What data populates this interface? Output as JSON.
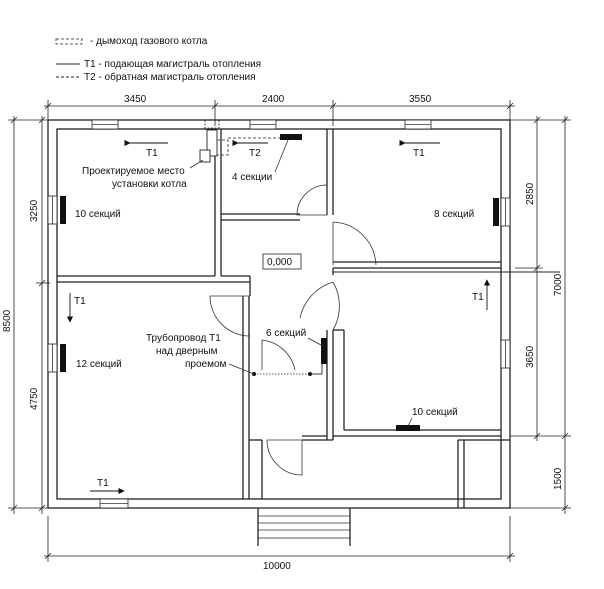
{
  "legend": {
    "chimney": "- дымоход газового котла",
    "t1": "Т1 - подающая магистраль отопления",
    "t2": "Т2 - обратная магистраль отопления"
  },
  "dimensions": {
    "top_1": "3450",
    "top_2": "2400",
    "top_3": "3550",
    "bottom": "10000",
    "left_total": "8500",
    "left_1": "3250",
    "left_2": "4750",
    "right_1": "2850",
    "right_2": "3650",
    "right_total": "7000",
    "right_porch": "1500"
  },
  "labels": {
    "boiler_place": "Проектируемое место",
    "boiler_place_2": "установки котла",
    "level": "0,000",
    "pipe_note_1": "Трубопровод Т1",
    "pipe_note_2": "над дверным",
    "pipe_note_3": "проемом"
  },
  "radiators": {
    "r_top_left": "10 секций",
    "r_top_mid": "4 секции",
    "r_top_right": "8 секций",
    "r_bottom_left": "12 секций",
    "r_center": "6 секций",
    "r_bottom_right": "10 секций"
  },
  "pipe_tags": {
    "t1_a": "Т1",
    "t2_a": "Т2",
    "t1_b": "Т1",
    "t1_c": "Т1",
    "t1_d": "Т1",
    "t1_e": "Т1"
  }
}
